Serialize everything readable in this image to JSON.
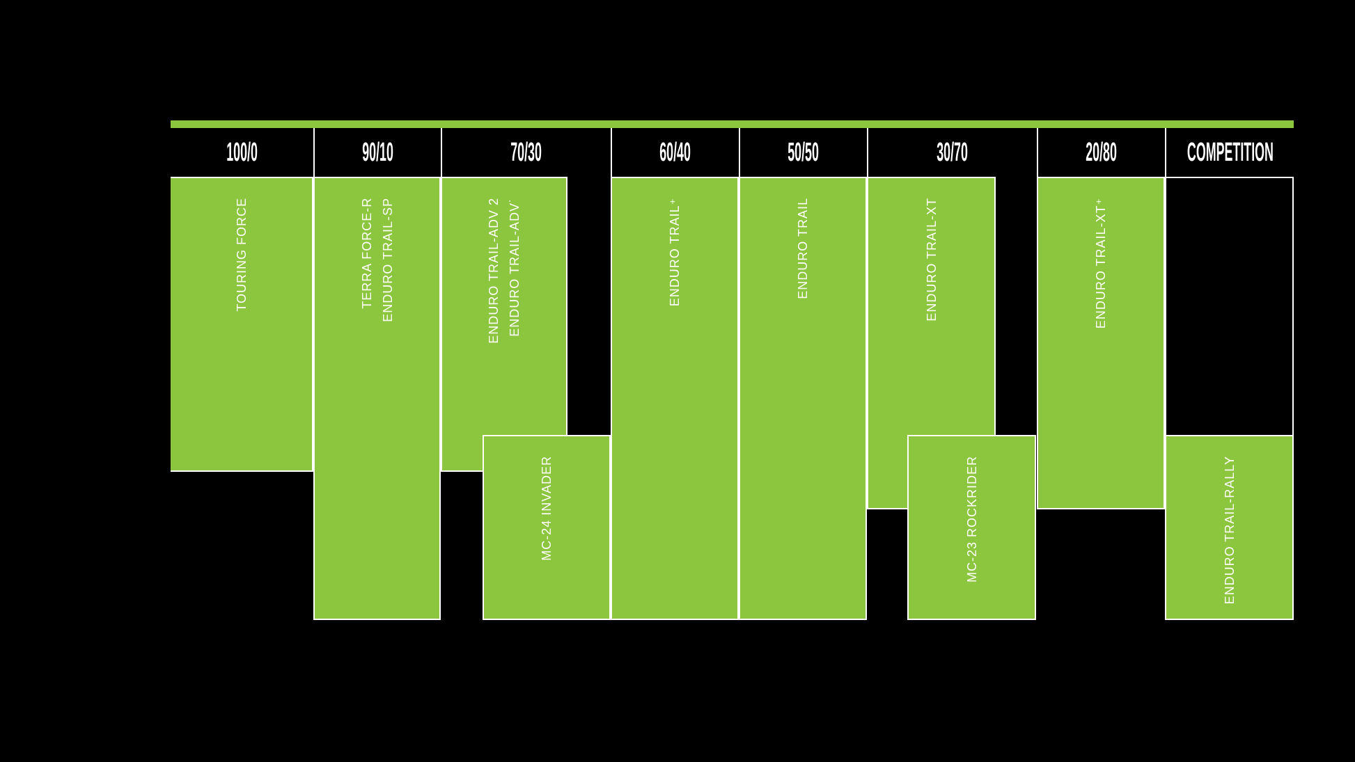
{
  "colors": {
    "accent_green": "#8CC63E",
    "background": "#000000",
    "text": "#FFFFFF",
    "divider": "#FFFFFF"
  },
  "header": {
    "categories": [
      "100/0",
      "90/10",
      "70/30",
      "60/40",
      "50/50",
      "30/70",
      "20/80",
      "COMPETITION"
    ]
  },
  "blocks": {
    "touring_force": {
      "label": "TOURING FORCE"
    },
    "terra_force_r": {
      "label": "TERRA FORCE-R\nENDURO TRAIL-SP"
    },
    "enduro_trail_adv": {
      "label": "ENDURO TRAIL-ADV 2\nENDURO TRAIL-ADV˙"
    },
    "mc24_invader": {
      "label": "MC-24 INVADER"
    },
    "enduro_trail_plus": {
      "label": "ENDURO TRAIL⁺"
    },
    "enduro_trail": {
      "label": "ENDURO TRAIL"
    },
    "enduro_trail_xt": {
      "label": "ENDURO TRAIL-XT"
    },
    "mc23_rockrider": {
      "label": "MC-23 ROCKRIDER"
    },
    "enduro_trail_xt_plus": {
      "label": "ENDURO TRAIL-XT⁺"
    },
    "enduro_trail_rally": {
      "label": "ENDURO TRAIL-RALLY"
    }
  },
  "chart_data": {
    "type": "table",
    "categories": [
      "100/0",
      "90/10",
      "70/30",
      "60/40",
      "50/50",
      "30/70",
      "20/80",
      "COMPETITION"
    ],
    "legend_position": "none",
    "grid": false,
    "products": [
      {
        "name": "TOURING FORCE",
        "category": "100/0",
        "tier": "upper"
      },
      {
        "name": "TERRA FORCE-R / ENDURO TRAIL-SP",
        "category": "90/10",
        "tier": "full"
      },
      {
        "name": "ENDURO TRAIL-ADV 2 / ENDURO TRAIL-ADV˙",
        "category": "70/30",
        "tier": "upper"
      },
      {
        "name": "MC-24 INVADER",
        "category": "70/30 toward 60/40",
        "tier": "lower"
      },
      {
        "name": "ENDURO TRAIL⁺",
        "category": "60/40",
        "tier": "full"
      },
      {
        "name": "ENDURO TRAIL",
        "category": "50/50",
        "tier": "full"
      },
      {
        "name": "ENDURO TRAIL-XT",
        "category": "30/70",
        "tier": "upper"
      },
      {
        "name": "MC-23 ROCKRIDER",
        "category": "30/70 toward 20/80",
        "tier": "lower"
      },
      {
        "name": "ENDURO TRAIL-XT⁺",
        "category": "20/80",
        "tier": "upper"
      },
      {
        "name": "ENDURO TRAIL-RALLY",
        "category": "COMPETITION",
        "tier": "lower"
      }
    ]
  }
}
